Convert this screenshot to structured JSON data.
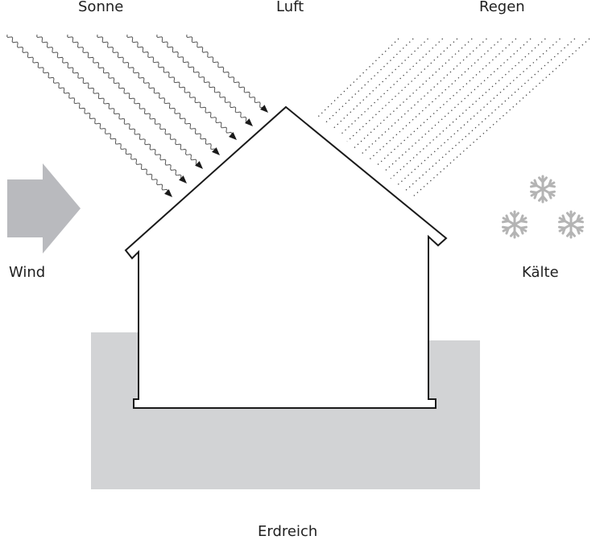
{
  "labels": {
    "sun": "Sonne",
    "air": "Luft",
    "rain": "Regen",
    "wind": "Wind",
    "cold": "Kälte",
    "ground": "Erdreich"
  },
  "colors": {
    "outline": "#1a1a1a",
    "wind_arrow": "#b9babe",
    "ground": "#d2d3d5",
    "snowflake": "#b4b4b4",
    "ray": "#555555",
    "rain_dots": "#444444"
  },
  "icons": {
    "sun_rays": "wavy-arrow-icon",
    "rain": "dotted-line-icon",
    "wind": "arrow-right-icon",
    "cold": "snowflake-icon"
  },
  "diagram": {
    "sun_ray_count": 7,
    "rain_line_count": 14,
    "snowflake_count": 3
  }
}
